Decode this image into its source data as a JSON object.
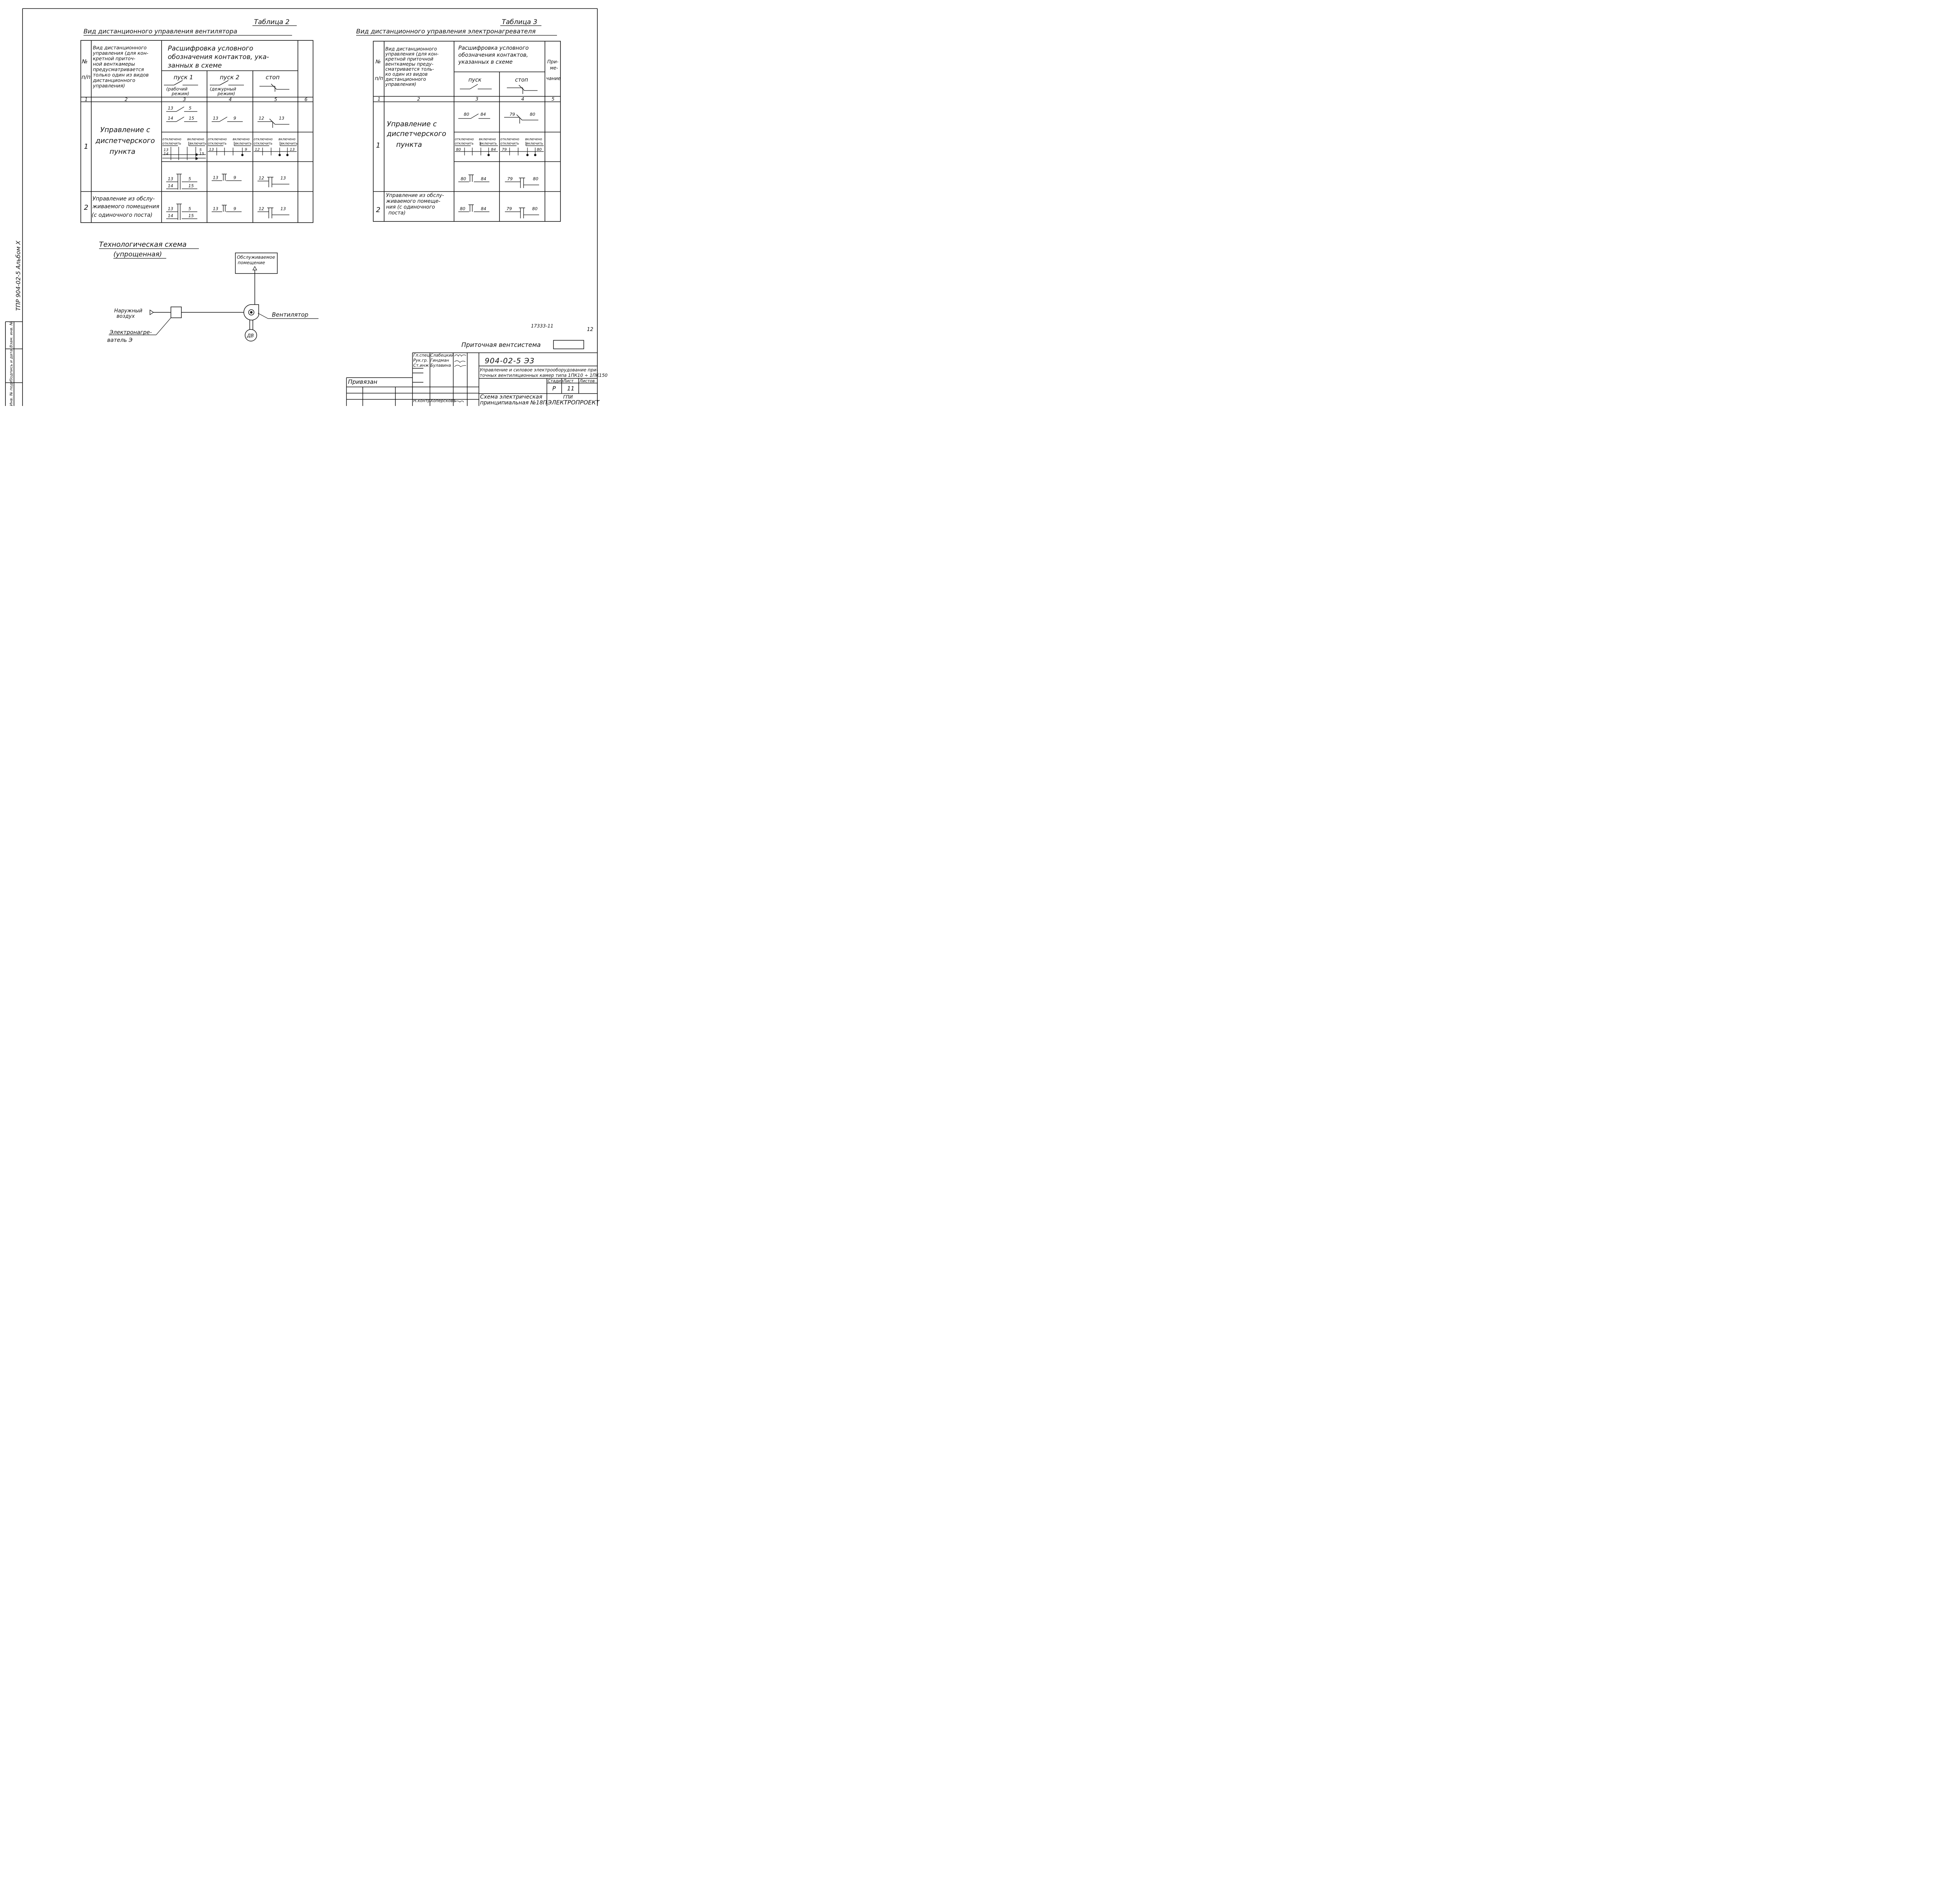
{
  "colors": {
    "ink": "#111111",
    "paper": "#ffffff"
  },
  "sideStrip": {
    "album": "ТПР 904-02-5 Альбом X",
    "cells": [
      "Инв. № подл.",
      "Подпись и дата",
      "Взам. инв. №"
    ]
  },
  "table2": {
    "caption": "Таблица 2",
    "title": "Вид дистанционного управления вентилятора",
    "headNo": [
      "№",
      "п/п"
    ],
    "headType": [
      "Вид дистанционного",
      "управления (для кон-",
      "кретной приточ-",
      "ной венткамеры",
      "предусматривается",
      "только один из видов",
      "дистанционного",
      "управления)"
    ],
    "headDecode": [
      "Расшифровка условного",
      "обозначения контактов, ука-",
      "занных в схеме"
    ],
    "pusk1": "пуск 1",
    "pusk1Sub": [
      "(рабочий",
      "режим)"
    ],
    "pusk2": "пуск 2",
    "pusk2Sub": [
      "(дежурный",
      "режим)"
    ],
    "stop": "стоп",
    "colNums": [
      "1",
      "2",
      "3",
      "4",
      "5",
      "6"
    ],
    "row1No": "1",
    "row1Text": [
      "Управление с",
      "диспетчерского",
      "пункта"
    ],
    "row2No": "2",
    "row2Text": [
      "Управление из обслу-",
      "живаемого помещения",
      "(с одиночного поста)"
    ],
    "c3n": [
      "13",
      "5",
      "14",
      "15"
    ],
    "c4n": [
      "13",
      "9"
    ],
    "c5n": [
      "12",
      "13"
    ],
    "off": "отключено",
    "on": "включено",
    "turnOff": "отключить",
    "turnOn": "включить"
  },
  "table3": {
    "caption": "Таблица 3",
    "title": "Вид дистанционного управления электронагревателя",
    "headNo": [
      "№",
      "п/п"
    ],
    "headType": [
      "Вид дистанционного",
      "управления (для кон-",
      "кретной приточной",
      "венткамеры преду-",
      "сматривается толь-",
      "ко один из видов",
      "дистанционного",
      "управления)"
    ],
    "headDecode": [
      "Расшифровка условного",
      "обозначения контактов,",
      "указанных в схеме"
    ],
    "pusk": "пуск",
    "stop": "стоп",
    "prim": [
      "При-",
      "ме-",
      "чание"
    ],
    "colNums": [
      "1",
      "2",
      "3",
      "4",
      "5"
    ],
    "row1No": "1",
    "row1Text": [
      "Управление с",
      "диспетчерского",
      "пункта"
    ],
    "row2No": "2",
    "row2Text": [
      "Управление из обслу-",
      "живаемого помеще-",
      "ния (с одиночного",
      "поста)"
    ],
    "c3n": [
      "80",
      "84"
    ],
    "c4n": [
      "79",
      "80"
    ],
    "off": "отключено",
    "on": "включено",
    "turnOff": "отключить",
    "turnOn": "включить"
  },
  "scheme": {
    "title": "Технологическая схема",
    "subtitle": "(упрощенная)",
    "room": [
      "Обслуживаемое",
      "помещение"
    ],
    "air": [
      "Наружный",
      "воздух"
    ],
    "heater": [
      "Электронагре-",
      "ватель Э"
    ],
    "fan": "Вентилятор",
    "motor": "ДВ"
  },
  "stamp": {
    "archNo": "17333-11",
    "pageNo": "12",
    "system": "Приточная вентсистема",
    "code": "904-02-5   Э3",
    "staff": [
      {
        "role": "Гл.спец",
        "name": "Слабецкий"
      },
      {
        "role": "Рук.гр.",
        "name": "Гиндман"
      },
      {
        "role": "Ст.инж",
        "name": "Булавина"
      }
    ],
    "normRole": "Н.контр",
    "normName": "Хоперскова",
    "desc": [
      "Управление и силовое электрооборудование при-",
      "точных вентиляционных камер типа 1ПК10 ÷ 1ПК150"
    ],
    "stageLabel": "Стадия",
    "sheetLabel": "Лист",
    "sheetsLabel": "Листов",
    "stage": "Р",
    "sheet": "11",
    "schemaTitle": [
      "Схема электрическая",
      "принципиальная №18П"
    ],
    "bound": "Привязан",
    "orgSmall": "ГПИ",
    "org": "ЭЛЕКТРОПРОЕКТ"
  }
}
